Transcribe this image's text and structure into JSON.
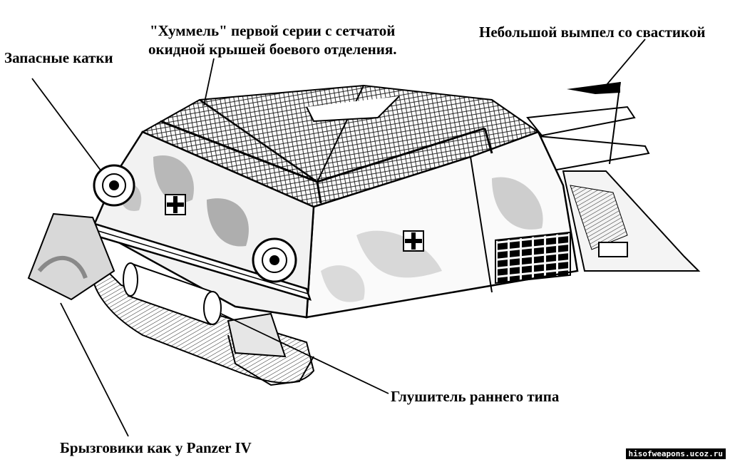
{
  "labels": {
    "spare_wheels": "Запасные катки",
    "roof_line1": "\"Хуммель\" первой серии с сетчатой",
    "roof_line2": "окидной крышей боевого отделения.",
    "pennant": "Небольшой вымпел со свастикой",
    "muffler": "Глушитель раннего типа",
    "mudguards": "Брызговики как у Panzer IV"
  },
  "watermark": "hisofweapons.ucoz.ru"
}
